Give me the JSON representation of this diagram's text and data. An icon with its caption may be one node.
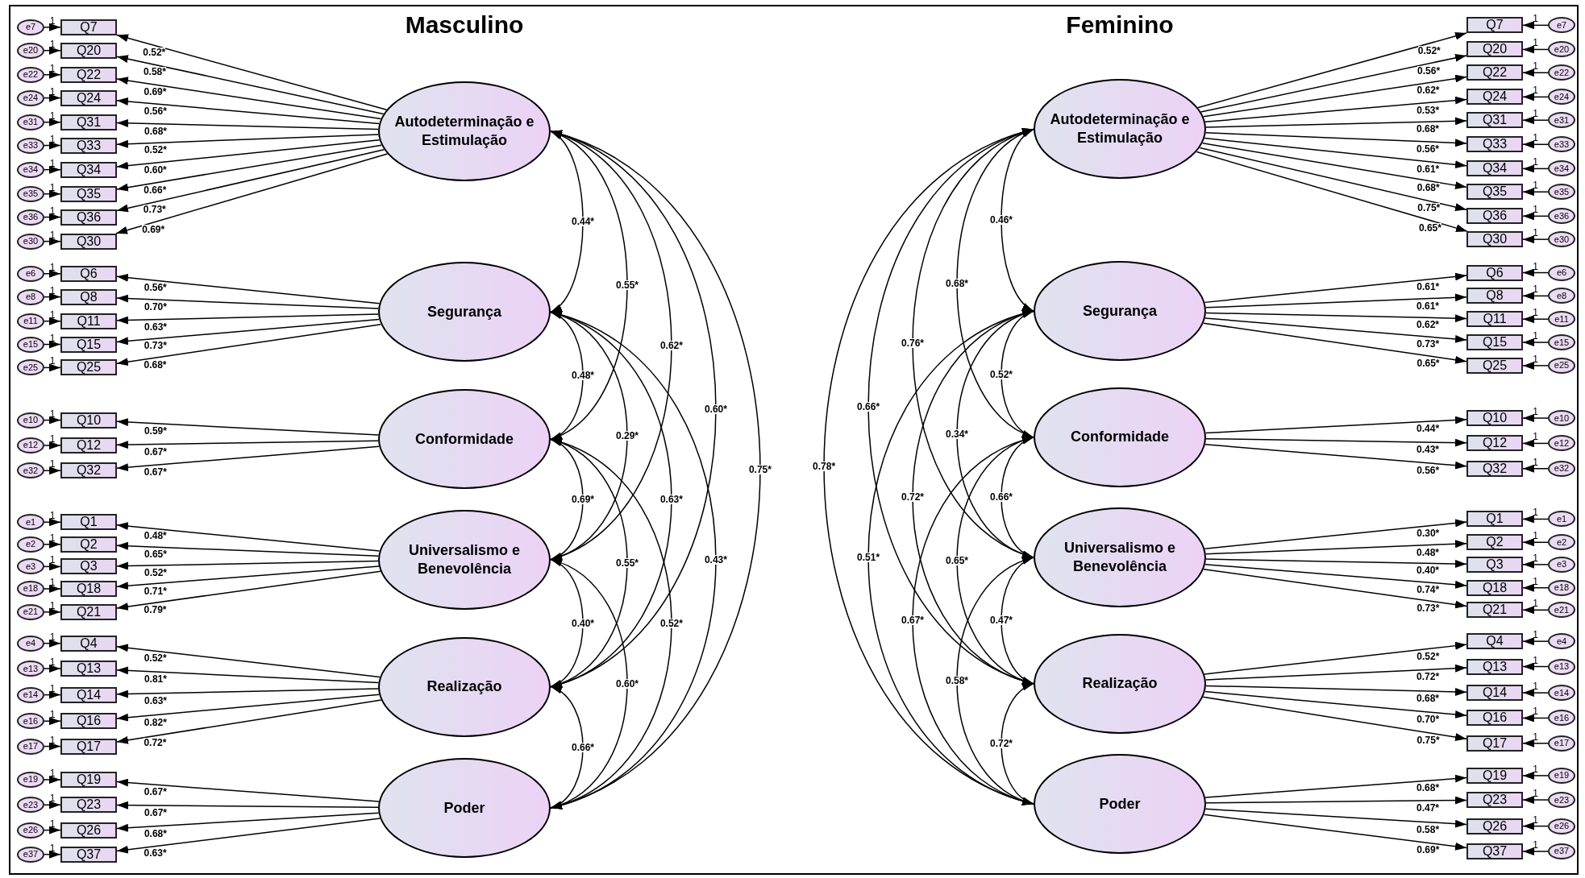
{
  "diagram": {
    "labels": [
      "Masculino",
      "Feminino"
    ],
    "nodes": [
      {
        "text": [
          "Autodeterminação e Estimulação"
        ]
      },
      {
        "text": [
          "Q7"
        ]
      },
      {
        "text": [
          "e7"
        ]
      },
      {
        "text": [
          "Q20"
        ]
      },
      {
        "text": [
          "e20"
        ]
      },
      {
        "text": [
          "Q22"
        ]
      },
      {
        "text": [
          "e22"
        ]
      },
      {
        "text": [
          "Q24"
        ]
      },
      {
        "text": [
          "e24"
        ]
      },
      {
        "text": [
          "Q31"
        ]
      },
      {
        "text": [
          "e31"
        ]
      },
      {
        "text": [
          "Q33"
        ]
      },
      {
        "text": [
          "e33"
        ]
      },
      {
        "text": [
          "Q34"
        ]
      },
      {
        "text": [
          "e34"
        ]
      },
      {
        "text": [
          "Q35"
        ]
      },
      {
        "text": [
          "e35"
        ]
      },
      {
        "text": [
          "Q36"
        ]
      },
      {
        "text": [
          "e36"
        ]
      },
      {
        "text": [
          "Q30"
        ]
      },
      {
        "text": [
          "e30"
        ]
      },
      {
        "text": [
          "Segurança"
        ]
      },
      {
        "text": [
          "Q6"
        ]
      },
      {
        "text": [
          "e6"
        ]
      },
      {
        "text": [
          "Q8"
        ]
      },
      {
        "text": [
          "e8"
        ]
      },
      {
        "text": [
          "Q11"
        ]
      },
      {
        "text": [
          "e11"
        ]
      },
      {
        "text": [
          "Q15"
        ]
      },
      {
        "text": [
          "e15"
        ]
      },
      {
        "text": [
          "Q25"
        ]
      },
      {
        "text": [
          "e25"
        ]
      },
      {
        "text": [
          "Conformidade"
        ]
      },
      {
        "text": [
          "Q10"
        ]
      },
      {
        "text": [
          "e10"
        ]
      },
      {
        "text": [
          "Q12"
        ]
      },
      {
        "text": [
          "e12"
        ]
      },
      {
        "text": [
          "Q32"
        ]
      },
      {
        "text": [
          "e32"
        ]
      },
      {
        "text": [
          "Universalismo e Benevolência"
        ]
      },
      {
        "text": [
          "Q1"
        ]
      },
      {
        "text": [
          "e1"
        ]
      },
      {
        "text": [
          "Q2"
        ]
      },
      {
        "text": [
          "e2"
        ]
      },
      {
        "text": [
          "Q3"
        ]
      },
      {
        "text": [
          "e3"
        ]
      },
      {
        "text": [
          "Q18"
        ]
      },
      {
        "text": [
          "e18"
        ]
      },
      {
        "text": [
          "Q21"
        ]
      },
      {
        "text": [
          "e21"
        ]
      },
      {
        "text": [
          "Realização"
        ]
      },
      {
        "text": [
          "Q4"
        ]
      },
      {
        "text": [
          "e4"
        ]
      },
      {
        "text": [
          "Q13"
        ]
      },
      {
        "text": [
          "e13"
        ]
      },
      {
        "text": [
          "Q14"
        ]
      },
      {
        "text": [
          "e14"
        ]
      },
      {
        "text": [
          "Q16"
        ]
      },
      {
        "text": [
          "e16"
        ]
      },
      {
        "text": [
          "Q17"
        ]
      },
      {
        "text": [
          "e17"
        ]
      },
      {
        "text": [
          "Poder"
        ]
      },
      {
        "text": [
          "Q19"
        ]
      },
      {
        "text": [
          "e19"
        ]
      },
      {
        "text": [
          "Q23"
        ]
      },
      {
        "text": [
          "e23"
        ]
      },
      {
        "text": [
          "Q26"
        ]
      },
      {
        "text": [
          "e26"
        ]
      },
      {
        "text": [
          "Q37"
        ]
      },
      {
        "text": [
          "e37"
        ]
      },
      {
        "text": [
          "Autodeterminação e Estimulação"
        ]
      },
      {
        "text": [
          "Q7"
        ]
      },
      {
        "text": [
          "e7"
        ]
      },
      {
        "text": [
          "Q20"
        ]
      },
      {
        "text": [
          "e20"
        ]
      },
      {
        "text": [
          "Q22"
        ]
      },
      {
        "text": [
          "e22"
        ]
      },
      {
        "text": [
          "Q24"
        ]
      },
      {
        "text": [
          "e24"
        ]
      },
      {
        "text": [
          "Q31"
        ]
      },
      {
        "text": [
          "e31"
        ]
      },
      {
        "text": [
          "Q33"
        ]
      },
      {
        "text": [
          "e33"
        ]
      },
      {
        "text": [
          "Q34"
        ]
      },
      {
        "text": [
          "e34"
        ]
      },
      {
        "text": [
          "Q35"
        ]
      },
      {
        "text": [
          "e35"
        ]
      },
      {
        "text": [
          "Q36"
        ]
      },
      {
        "text": [
          "e36"
        ]
      },
      {
        "text": [
          "Q30"
        ]
      },
      {
        "text": [
          "e30"
        ]
      },
      {
        "text": [
          "Segurança"
        ]
      },
      {
        "text": [
          "Q6"
        ]
      },
      {
        "text": [
          "e6"
        ]
      },
      {
        "text": [
          "Q8"
        ]
      },
      {
        "text": [
          "e8"
        ]
      },
      {
        "text": [
          "Q11"
        ]
      },
      {
        "text": [
          "e11"
        ]
      },
      {
        "text": [
          "Q15"
        ]
      },
      {
        "text": [
          "e15"
        ]
      },
      {
        "text": [
          "Q25"
        ]
      },
      {
        "text": [
          "e25"
        ]
      },
      {
        "text": [
          "Conformidade"
        ]
      },
      {
        "text": [
          "Q10"
        ]
      },
      {
        "text": [
          "e10"
        ]
      },
      {
        "text": [
          "Q12"
        ]
      },
      {
        "text": [
          "e12"
        ]
      },
      {
        "text": [
          "Q32"
        ]
      },
      {
        "text": [
          "e32"
        ]
      },
      {
        "text": [
          "Universalismo e Benevolência"
        ]
      },
      {
        "text": [
          "Q1"
        ]
      },
      {
        "text": [
          "e1"
        ]
      },
      {
        "text": [
          "Q2"
        ]
      },
      {
        "text": [
          "e2"
        ]
      },
      {
        "text": [
          "Q3"
        ]
      },
      {
        "text": [
          "e3"
        ]
      },
      {
        "text": [
          "Q18"
        ]
      },
      {
        "text": [
          "e18"
        ]
      },
      {
        "text": [
          "Q21"
        ]
      },
      {
        "text": [
          "e21"
        ]
      },
      {
        "text": [
          "Realização"
        ]
      },
      {
        "text": [
          "Q4"
        ]
      },
      {
        "text": [
          "e4"
        ]
      },
      {
        "text": [
          "Q13"
        ]
      },
      {
        "text": [
          "e13"
        ]
      },
      {
        "text": [
          "Q14"
        ]
      },
      {
        "text": [
          "e14"
        ]
      },
      {
        "text": [
          "Q16"
        ]
      },
      {
        "text": [
          "e16"
        ]
      },
      {
        "text": [
          "Q17"
        ]
      },
      {
        "text": [
          "e17"
        ]
      },
      {
        "text": [
          "Poder"
        ]
      },
      {
        "text": [
          "Q19"
        ]
      },
      {
        "text": [
          "e19"
        ]
      },
      {
        "text": [
          "Q23"
        ]
      },
      {
        "text": [
          "e23"
        ]
      },
      {
        "text": [
          "Q26"
        ]
      },
      {
        "text": [
          "e26"
        ]
      },
      {
        "text": [
          "Q37"
        ]
      },
      {
        "text": [
          "e37"
        ]
      }
    ],
    "edges": [
      {
        "from": 0,
        "to": 1,
        "arrow": "to",
        "label": "0.52*"
      },
      {
        "from": 2,
        "to": 1,
        "arrow": "to",
        "label": "1"
      },
      {
        "from": 0,
        "to": 3,
        "arrow": "to",
        "label": "0.58*"
      },
      {
        "from": 4,
        "to": 3,
        "arrow": "to",
        "label": "1"
      },
      {
        "from": 0,
        "to": 5,
        "arrow": "to",
        "label": "0.69*"
      },
      {
        "from": 6,
        "to": 5,
        "arrow": "to",
        "label": "1"
      },
      {
        "from": 0,
        "to": 7,
        "arrow": "to",
        "label": "0.56*"
      },
      {
        "from": 8,
        "to": 7,
        "arrow": "to",
        "label": "1"
      },
      {
        "from": 0,
        "to": 9,
        "arrow": "to",
        "label": "0.68*"
      },
      {
        "from": 10,
        "to": 9,
        "arrow": "to",
        "label": "1"
      },
      {
        "from": 0,
        "to": 11,
        "arrow": "to",
        "label": "0.52*"
      },
      {
        "from": 12,
        "to": 11,
        "arrow": "to",
        "label": "1"
      },
      {
        "from": 0,
        "to": 13,
        "arrow": "to",
        "label": "0.60*"
      },
      {
        "from": 14,
        "to": 13,
        "arrow": "to",
        "label": "1"
      },
      {
        "from": 0,
        "to": 15,
        "arrow": "to",
        "label": "0.66*"
      },
      {
        "from": 16,
        "to": 15,
        "arrow": "to",
        "label": "1"
      },
      {
        "from": 0,
        "to": 17,
        "arrow": "to",
        "label": "0.73*"
      },
      {
        "from": 18,
        "to": 17,
        "arrow": "to",
        "label": "1"
      },
      {
        "from": 0,
        "to": 19,
        "arrow": "to",
        "label": "0.69*"
      },
      {
        "from": 20,
        "to": 19,
        "arrow": "to",
        "label": "1"
      },
      {
        "from": 21,
        "to": 22,
        "arrow": "to",
        "label": "0.56*"
      },
      {
        "from": 23,
        "to": 22,
        "arrow": "to",
        "label": "1"
      },
      {
        "from": 21,
        "to": 24,
        "arrow": "to",
        "label": "0.70*"
      },
      {
        "from": 25,
        "to": 24,
        "arrow": "to",
        "label": "1"
      },
      {
        "from": 21,
        "to": 26,
        "arrow": "to",
        "label": "0.63*"
      },
      {
        "from": 27,
        "to": 26,
        "arrow": "to",
        "label": "1"
      },
      {
        "from": 21,
        "to": 28,
        "arrow": "to",
        "label": "0.73*"
      },
      {
        "from": 29,
        "to": 28,
        "arrow": "to",
        "label": "1"
      },
      {
        "from": 21,
        "to": 30,
        "arrow": "to",
        "label": "0.68*"
      },
      {
        "from": 31,
        "to": 30,
        "arrow": "to",
        "label": "1"
      },
      {
        "from": 32,
        "to": 33,
        "arrow": "to",
        "label": "0.59*"
      },
      {
        "from": 34,
        "to": 33,
        "arrow": "to",
        "label": "1"
      },
      {
        "from": 32,
        "to": 35,
        "arrow": "to",
        "label": "0.67*"
      },
      {
        "from": 36,
        "to": 35,
        "arrow": "to",
        "label": "1"
      },
      {
        "from": 32,
        "to": 37,
        "arrow": "to",
        "label": "0.67*"
      },
      {
        "from": 38,
        "to": 37,
        "arrow": "to",
        "label": "1"
      },
      {
        "from": 39,
        "to": 40,
        "arrow": "to",
        "label": "0.48*"
      },
      {
        "from": 41,
        "to": 40,
        "arrow": "to",
        "label": "1"
      },
      {
        "from": 39,
        "to": 42,
        "arrow": "to",
        "label": "0.65*"
      },
      {
        "from": 43,
        "to": 42,
        "arrow": "to",
        "label": "1"
      },
      {
        "from": 39,
        "to": 44,
        "arrow": "to",
        "label": "0.52*"
      },
      {
        "from": 45,
        "to": 44,
        "arrow": "to",
        "label": "1"
      },
      {
        "from": 39,
        "to": 46,
        "arrow": "to",
        "label": "0.71*"
      },
      {
        "from": 47,
        "to": 46,
        "arrow": "to",
        "label": "1"
      },
      {
        "from": 39,
        "to": 48,
        "arrow": "to",
        "label": "0.79*"
      },
      {
        "from": 49,
        "to": 48,
        "arrow": "to",
        "label": "1"
      },
      {
        "from": 50,
        "to": 51,
        "arrow": "to",
        "label": "0.52*"
      },
      {
        "from": 52,
        "to": 51,
        "arrow": "to",
        "label": "1"
      },
      {
        "from": 50,
        "to": 53,
        "arrow": "to",
        "label": "0.81*"
      },
      {
        "from": 54,
        "to": 53,
        "arrow": "to",
        "label": "1"
      },
      {
        "from": 50,
        "to": 55,
        "arrow": "to",
        "label": "0.63*"
      },
      {
        "from": 56,
        "to": 55,
        "arrow": "to",
        "label": "1"
      },
      {
        "from": 50,
        "to": 57,
        "arrow": "to",
        "label": "0.82*"
      },
      {
        "from": 58,
        "to": 57,
        "arrow": "to",
        "label": "1"
      },
      {
        "from": 50,
        "to": 59,
        "arrow": "to",
        "label": "0.72*"
      },
      {
        "from": 60,
        "to": 59,
        "arrow": "to",
        "label": "1"
      },
      {
        "from": 61,
        "to": 62,
        "arrow": "to",
        "label": "0.67*"
      },
      {
        "from": 63,
        "to": 62,
        "arrow": "to",
        "label": "1"
      },
      {
        "from": 61,
        "to": 64,
        "arrow": "to",
        "label": "0.67*"
      },
      {
        "from": 65,
        "to": 64,
        "arrow": "to",
        "label": "1"
      },
      {
        "from": 61,
        "to": 66,
        "arrow": "to",
        "label": "0.68*"
      },
      {
        "from": 67,
        "to": 66,
        "arrow": "to",
        "label": "1"
      },
      {
        "from": 61,
        "to": 68,
        "arrow": "to",
        "label": "0.63*"
      },
      {
        "from": 69,
        "to": 68,
        "arrow": "to",
        "label": "1"
      },
      {
        "from": 0,
        "to": 21,
        "arrow": "both",
        "label": "0.44*"
      },
      {
        "from": 0,
        "to": 32,
        "arrow": "both",
        "label": "0.55*"
      },
      {
        "from": 0,
        "to": 39,
        "arrow": "both",
        "label": "0.62*"
      },
      {
        "from": 0,
        "to": 50,
        "arrow": "both",
        "label": "0.60*"
      },
      {
        "from": 0,
        "to": 61,
        "arrow": "both",
        "label": "0.75*"
      },
      {
        "from": 21,
        "to": 32,
        "arrow": "both",
        "label": "0.48*"
      },
      {
        "from": 21,
        "to": 39,
        "arrow": "both",
        "label": "0.29*"
      },
      {
        "from": 21,
        "to": 50,
        "arrow": "both",
        "label": "0.63*"
      },
      {
        "from": 21,
        "to": 61,
        "arrow": "both",
        "label": "0.43*"
      },
      {
        "from": 32,
        "to": 39,
        "arrow": "both",
        "label": "0.69*"
      },
      {
        "from": 32,
        "to": 50,
        "arrow": "both",
        "label": "0.55*"
      },
      {
        "from": 32,
        "to": 61,
        "arrow": "both",
        "label": "0.52*"
      },
      {
        "from": 39,
        "to": 50,
        "arrow": "both",
        "label": "0.40*"
      },
      {
        "from": 39,
        "to": 61,
        "arrow": "both",
        "label": "0.60*"
      },
      {
        "from": 50,
        "to": 61,
        "arrow": "both",
        "label": "0.66*"
      },
      {
        "from": 70,
        "to": 71,
        "arrow": "to",
        "label": "0.52*"
      },
      {
        "from": 72,
        "to": 71,
        "arrow": "to",
        "label": "1"
      },
      {
        "from": 70,
        "to": 73,
        "arrow": "to",
        "label": "0.56*"
      },
      {
        "from": 74,
        "to": 73,
        "arrow": "to",
        "label": "1"
      },
      {
        "from": 70,
        "to": 75,
        "arrow": "to",
        "label": "0.62*"
      },
      {
        "from": 76,
        "to": 75,
        "arrow": "to",
        "label": "1"
      },
      {
        "from": 70,
        "to": 77,
        "arrow": "to",
        "label": "0.53*"
      },
      {
        "from": 78,
        "to": 77,
        "arrow": "to",
        "label": "1"
      },
      {
        "from": 70,
        "to": 79,
        "arrow": "to",
        "label": "0.68*"
      },
      {
        "from": 80,
        "to": 79,
        "arrow": "to",
        "label": "1"
      },
      {
        "from": 70,
        "to": 81,
        "arrow": "to",
        "label": "0.56*"
      },
      {
        "from": 82,
        "to": 81,
        "arrow": "to",
        "label": "1"
      },
      {
        "from": 70,
        "to": 83,
        "arrow": "to",
        "label": "0.61*"
      },
      {
        "from": 84,
        "to": 83,
        "arrow": "to",
        "label": "1"
      },
      {
        "from": 70,
        "to": 85,
        "arrow": "to",
        "label": "0.68*"
      },
      {
        "from": 86,
        "to": 85,
        "arrow": "to",
        "label": "1"
      },
      {
        "from": 70,
        "to": 87,
        "arrow": "to",
        "label": "0.75*"
      },
      {
        "from": 88,
        "to": 87,
        "arrow": "to",
        "label": "1"
      },
      {
        "from": 70,
        "to": 89,
        "arrow": "to",
        "label": "0.65*"
      },
      {
        "from": 90,
        "to": 89,
        "arrow": "to",
        "label": "1"
      },
      {
        "from": 91,
        "to": 92,
        "arrow": "to",
        "label": "0.61*"
      },
      {
        "from": 93,
        "to": 92,
        "arrow": "to",
        "label": "1"
      },
      {
        "from": 91,
        "to": 94,
        "arrow": "to",
        "label": "0.61*"
      },
      {
        "from": 95,
        "to": 94,
        "arrow": "to",
        "label": "1"
      },
      {
        "from": 91,
        "to": 96,
        "arrow": "to",
        "label": "0.62*"
      },
      {
        "from": 97,
        "to": 96,
        "arrow": "to",
        "label": "1"
      },
      {
        "from": 91,
        "to": 98,
        "arrow": "to",
        "label": "0.73*"
      },
      {
        "from": 99,
        "to": 98,
        "arrow": "to",
        "label": "1"
      },
      {
        "from": 91,
        "to": 100,
        "arrow": "to",
        "label": "0.65*"
      },
      {
        "from": 101,
        "to": 100,
        "arrow": "to",
        "label": "1"
      },
      {
        "from": 102,
        "to": 103,
        "arrow": "to",
        "label": "0.44*"
      },
      {
        "from": 104,
        "to": 103,
        "arrow": "to",
        "label": "1"
      },
      {
        "from": 102,
        "to": 105,
        "arrow": "to",
        "label": "0.43*"
      },
      {
        "from": 106,
        "to": 105,
        "arrow": "to",
        "label": "1"
      },
      {
        "from": 102,
        "to": 107,
        "arrow": "to",
        "label": "0.56*"
      },
      {
        "from": 108,
        "to": 107,
        "arrow": "to",
        "label": "1"
      },
      {
        "from": 109,
        "to": 110,
        "arrow": "to",
        "label": "0.30*"
      },
      {
        "from": 111,
        "to": 110,
        "arrow": "to",
        "label": "1"
      },
      {
        "from": 109,
        "to": 112,
        "arrow": "to",
        "label": "0.48*"
      },
      {
        "from": 113,
        "to": 112,
        "arrow": "to",
        "label": "1"
      },
      {
        "from": 109,
        "to": 114,
        "arrow": "to",
        "label": "0.40*"
      },
      {
        "from": 115,
        "to": 114,
        "arrow": "to",
        "label": "1"
      },
      {
        "from": 109,
        "to": 116,
        "arrow": "to",
        "label": "0.74*"
      },
      {
        "from": 117,
        "to": 116,
        "arrow": "to",
        "label": "1"
      },
      {
        "from": 109,
        "to": 118,
        "arrow": "to",
        "label": "0.73*"
      },
      {
        "from": 119,
        "to": 118,
        "arrow": "to",
        "label": "1"
      },
      {
        "from": 120,
        "to": 121,
        "arrow": "to",
        "label": "0.52*"
      },
      {
        "from": 122,
        "to": 121,
        "arrow": "to",
        "label": "1"
      },
      {
        "from": 120,
        "to": 123,
        "arrow": "to",
        "label": "0.72*"
      },
      {
        "from": 124,
        "to": 123,
        "arrow": "to",
        "label": "1"
      },
      {
        "from": 120,
        "to": 125,
        "arrow": "to",
        "label": "0.68*"
      },
      {
        "from": 126,
        "to": 125,
        "arrow": "to",
        "label": "1"
      },
      {
        "from": 120,
        "to": 127,
        "arrow": "to",
        "label": "0.70*"
      },
      {
        "from": 128,
        "to": 127,
        "arrow": "to",
        "label": "1"
      },
      {
        "from": 120,
        "to": 129,
        "arrow": "to",
        "label": "0.75*"
      },
      {
        "from": 130,
        "to": 129,
        "arrow": "to",
        "label": "1"
      },
      {
        "from": 131,
        "to": 132,
        "arrow": "to",
        "label": "0.68*"
      },
      {
        "from": 133,
        "to": 132,
        "arrow": "to",
        "label": "1"
      },
      {
        "from": 131,
        "to": 134,
        "arrow": "to",
        "label": "0.47*"
      },
      {
        "from": 135,
        "to": 134,
        "arrow": "to",
        "label": "1"
      },
      {
        "from": 131,
        "to": 136,
        "arrow": "to",
        "label": "0.58*"
      },
      {
        "from": 137,
        "to": 136,
        "arrow": "to",
        "label": "1"
      },
      {
        "from": 131,
        "to": 138,
        "arrow": "to",
        "label": "0.69*"
      },
      {
        "from": 139,
        "to": 138,
        "arrow": "to",
        "label": "1"
      },
      {
        "from": 70,
        "to": 91,
        "arrow": "both",
        "label": "0.46*"
      },
      {
        "from": 70,
        "to": 102,
        "arrow": "both",
        "label": "0.68*"
      },
      {
        "from": 70,
        "to": 109,
        "arrow": "both",
        "label": "0.76*"
      },
      {
        "from": 70,
        "to": 120,
        "arrow": "both",
        "label": "0.66*"
      },
      {
        "from": 70,
        "to": 131,
        "arrow": "both",
        "label": "0.78*"
      },
      {
        "from": 91,
        "to": 102,
        "arrow": "both",
        "label": "0.52*"
      },
      {
        "from": 91,
        "to": 109,
        "arrow": "both",
        "label": "0.34*"
      },
      {
        "from": 91,
        "to": 120,
        "arrow": "both",
        "label": "0.72*"
      },
      {
        "from": 91,
        "to": 131,
        "arrow": "both",
        "label": "0.51*"
      },
      {
        "from": 102,
        "to": 109,
        "arrow": "both",
        "label": "0.66*"
      },
      {
        "from": 102,
        "to": 120,
        "arrow": "both",
        "label": "0.65*"
      },
      {
        "from": 102,
        "to": 131,
        "arrow": "both",
        "label": "0.67*"
      },
      {
        "from": 109,
        "to": 120,
        "arrow": "both",
        "label": "0.47*"
      },
      {
        "from": 109,
        "to": 131,
        "arrow": "both",
        "label": "0.58*"
      },
      {
        "from": 120,
        "to": 131,
        "arrow": "both",
        "label": "0.72*"
      }
    ]
  }
}
